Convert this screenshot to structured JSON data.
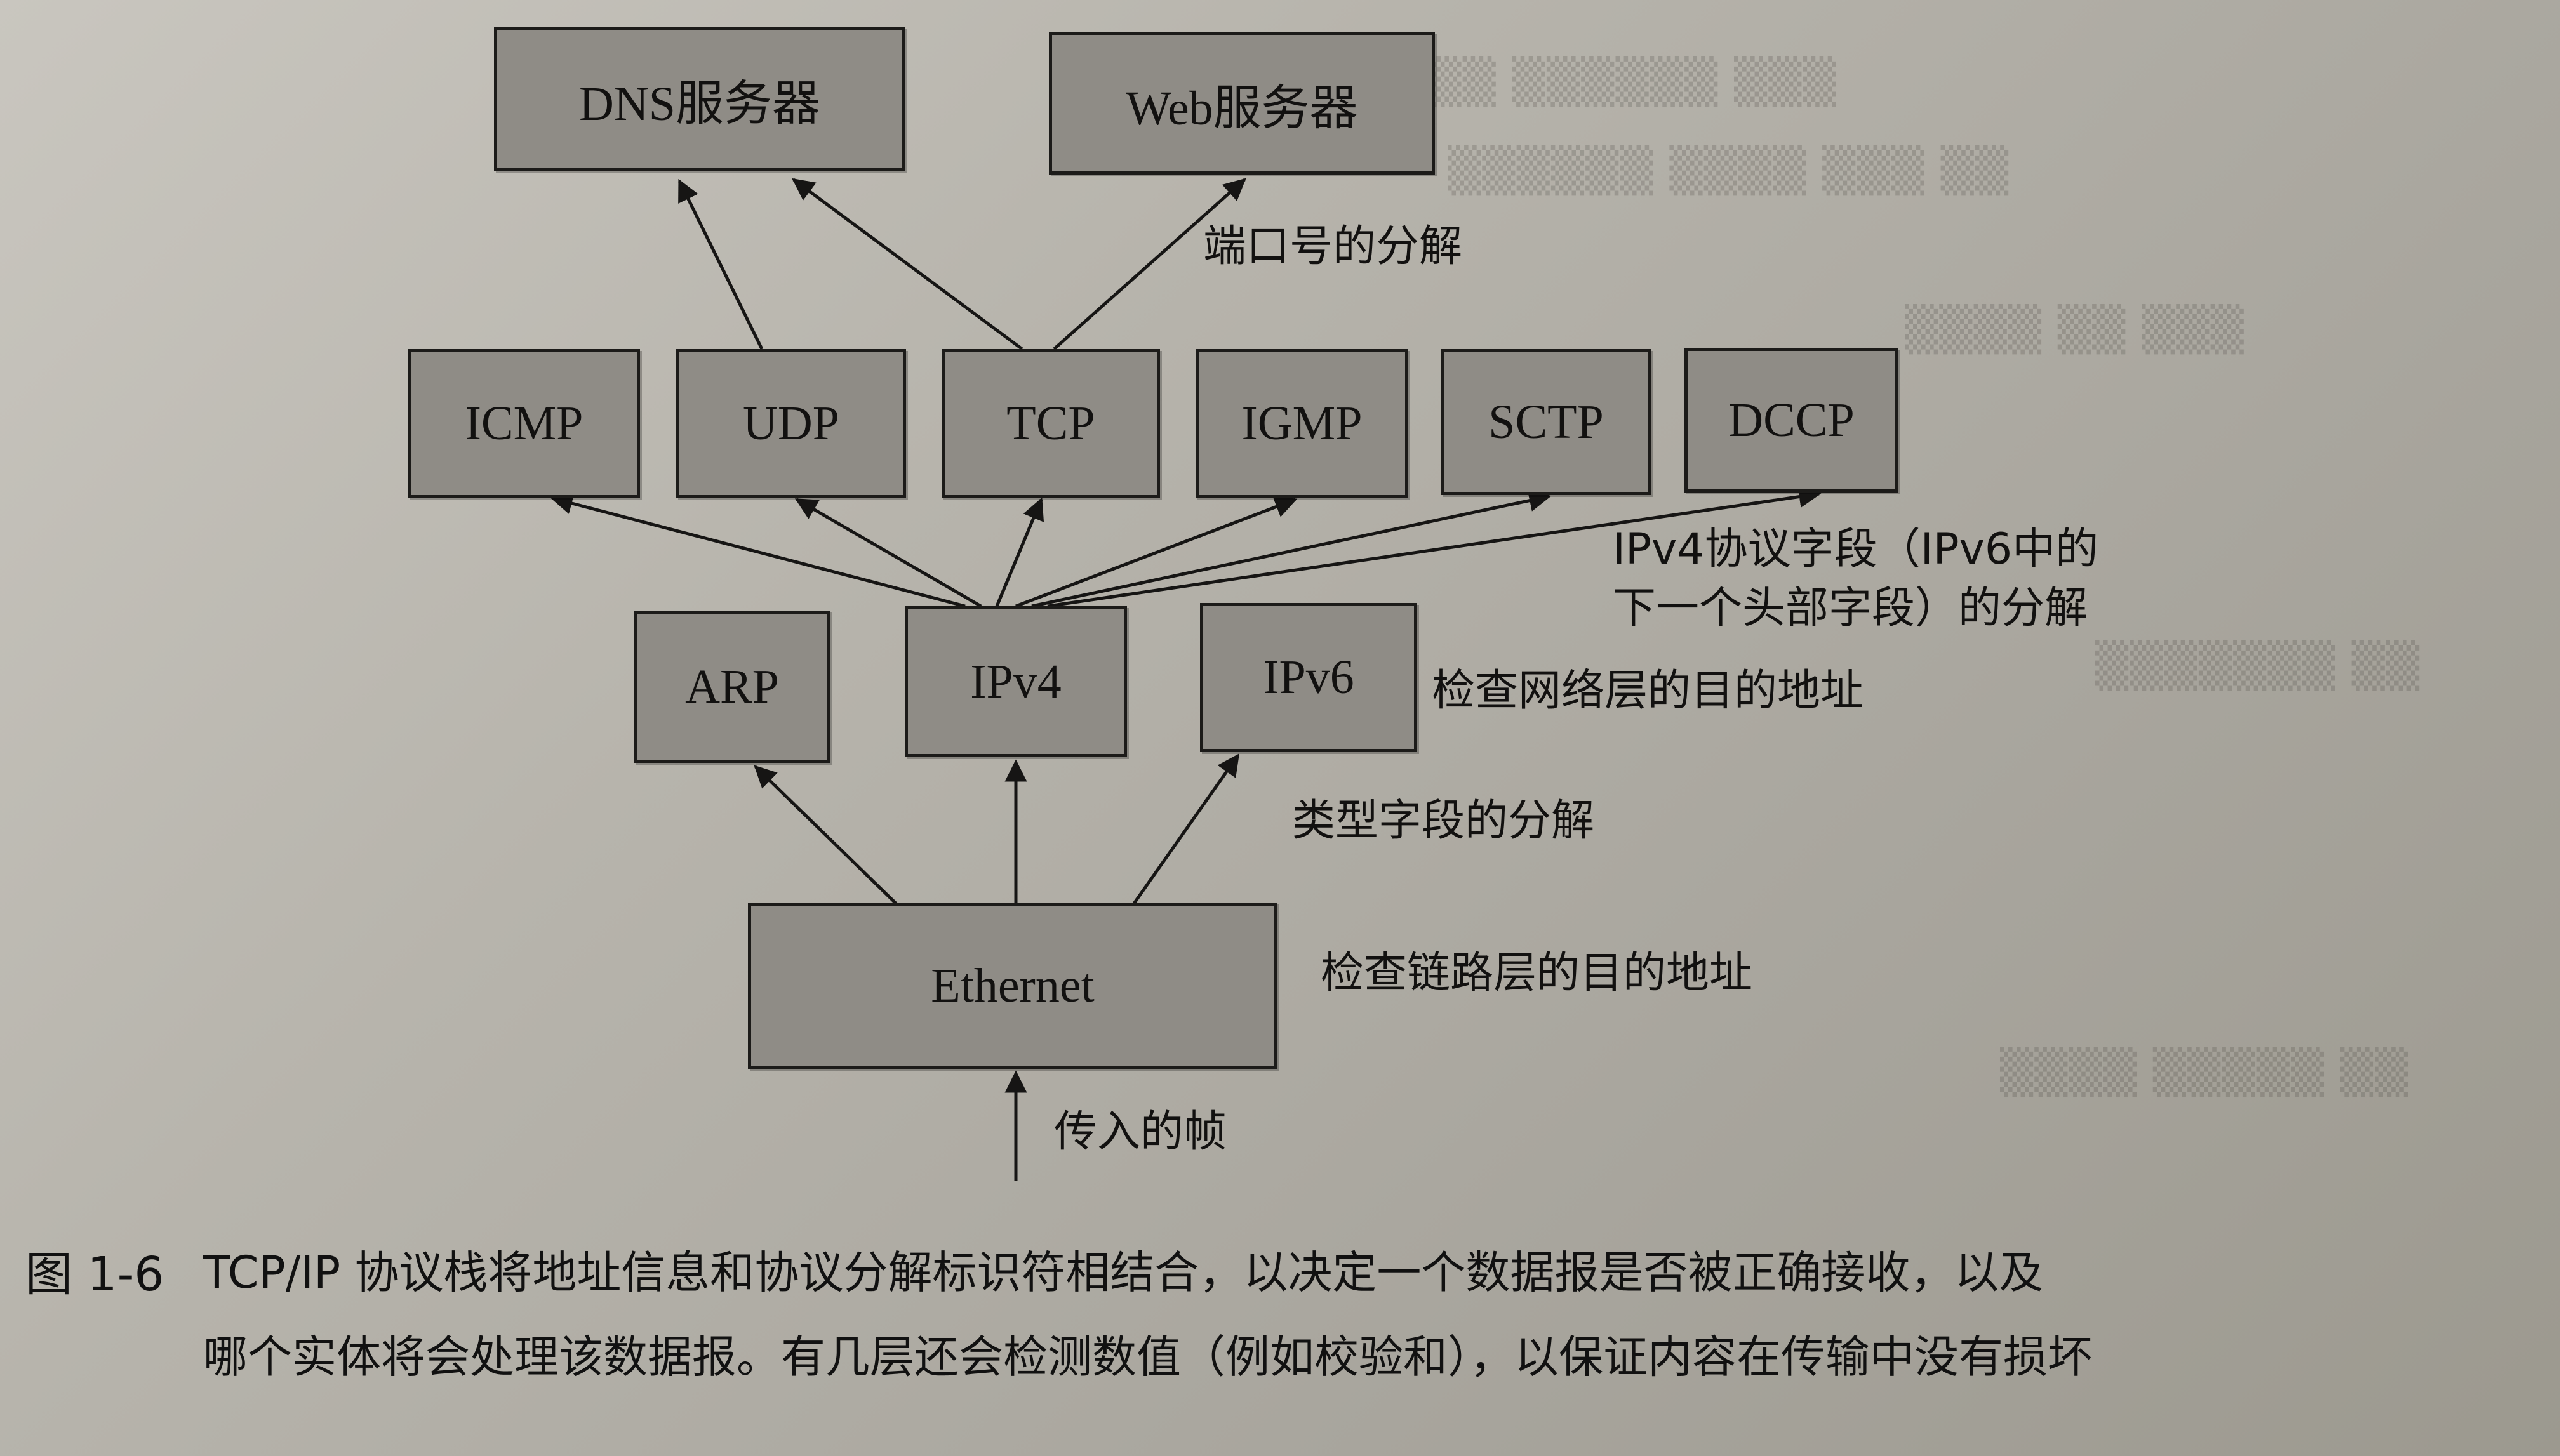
{
  "boxes": {
    "dns_server": "DNS服务器",
    "web_server": "Web服务器",
    "icmp": "ICMP",
    "udp": "UDP",
    "tcp": "TCP",
    "igmp": "IGMP",
    "sctp": "SCTP",
    "dccp": "DCCP",
    "arp": "ARP",
    "ipv4": "IPv4",
    "ipv6": "IPv6",
    "ethernet": "Ethernet"
  },
  "labels": {
    "port_demux": "端口号的分解",
    "ipv4_field_line1": "IPv4协议字段（IPv6中的",
    "ipv4_field_line2": "下一个头部字段）的分解",
    "check_network_addr": "检查网络层的目的地址",
    "type_field_demux": "类型字段的分解",
    "check_link_addr": "检查链路层的目的地址",
    "incoming_frame": "传入的帧"
  },
  "caption": {
    "figure_number": "图 1-6",
    "line1": "TCP/IP 协议栈将地址信息和协议分解标识符相结合，以决定一个数据报是否被正确接收，以及",
    "line2": "哪个实体将会处理该数据报。有几层还会检测数值（例如校验和），以保证内容在传输中没有损坏"
  }
}
